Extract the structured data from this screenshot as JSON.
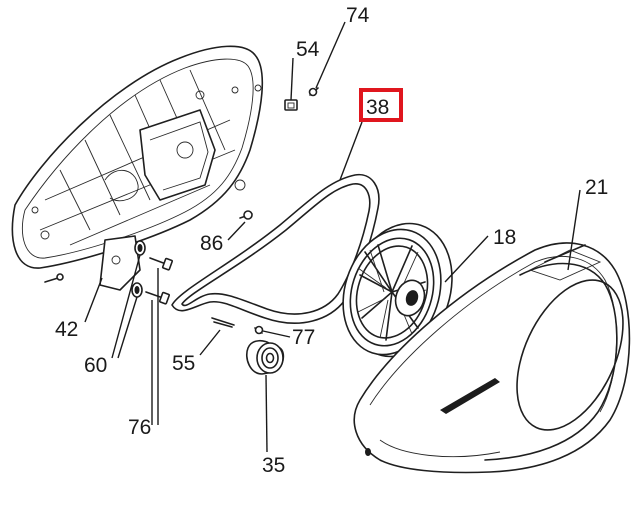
{
  "callouts": {
    "c74": "74",
    "c54": "54",
    "c38": "38",
    "c21": "21",
    "c18": "18",
    "c86": "86",
    "c42": "42",
    "c60": "60",
    "c55": "55",
    "c77": "77",
    "c76": "76",
    "c35": "35"
  },
  "colors": {
    "highlight": "#e0161e",
    "ink": "#1a1a1a"
  },
  "highlighted_callout": "38"
}
